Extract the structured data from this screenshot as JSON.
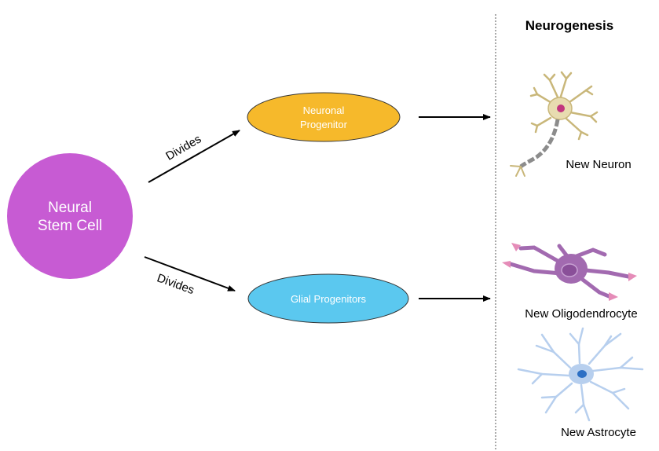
{
  "title": "Neurogenesis",
  "nodes": {
    "stem_cell": {
      "line1": "Neural",
      "line2": "Stem Cell",
      "color": "#c75bd3"
    },
    "neuronal_progenitor": {
      "line1": "Neuronal",
      "line2": "Progenitor",
      "color": "#f6b92b"
    },
    "glial_progenitors": {
      "label": "Glial Progenitors",
      "color": "#5bc8ef"
    }
  },
  "edges": {
    "upper_label": "Divides",
    "lower_label": "Divides"
  },
  "cells": {
    "neuron": {
      "label": "New Neuron",
      "body_color": "#e8dcb0",
      "nucleus_color": "#c2367e",
      "axon_color": "#8c8c8c"
    },
    "oligodendrocyte": {
      "label": "New Oligodendrocyte",
      "color": "#a26ab0",
      "tip_color": "#e58cb8"
    },
    "astrocyte": {
      "label": "New Astrocyte",
      "color": "#b7cfee",
      "nucleus_color": "#2c6fc4"
    }
  }
}
